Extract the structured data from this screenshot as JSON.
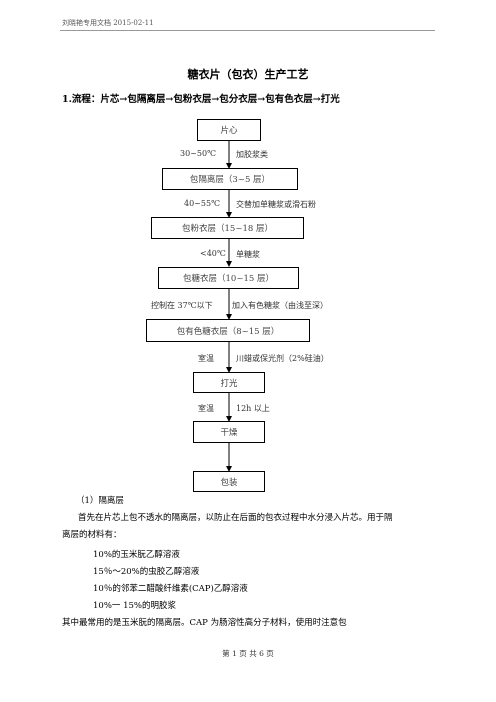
{
  "header": {
    "text": "刘晓艳专用文档 2015-02-11"
  },
  "title": "糖衣片（包衣）生产工艺",
  "subtitle": "1.流程：片芯→包隔离层→包粉衣层→包分衣层→包有色衣层→打光",
  "flow": {
    "steps": [
      "片心",
      "包隔离层（3~5 层）",
      "包粉衣层（15~18 层）",
      "包糖衣层（10~15 层）",
      "包有色糖衣层（8~15 层）",
      "打光",
      "干燥",
      "包装"
    ],
    "conditions": [
      {
        "left": "30~50℃",
        "right": "加胶浆类"
      },
      {
        "left": "40~55℃",
        "right": "交替加单糖浆或滑石粉"
      },
      {
        "left": "<40℃",
        "right": "单糖浆"
      },
      {
        "left": "控制在 37℃以下",
        "right": "加入有色糖浆（由浅至深）"
      },
      {
        "left": "室温",
        "right": "川蜡或保光剂（2%硅油）"
      },
      {
        "left": "室温",
        "right": "12h 以上"
      }
    ]
  },
  "section": {
    "heading": "（1）隔离层",
    "para_line1": "首先在片芯上包不透水的隔离层，以防止在后面的包衣过程中水分浸入片芯。用于隔",
    "para_line2": "离层的材料有：",
    "materials": [
      "10%的玉米朊乙醇溶液",
      "15％～20%的虫胶乙醇溶液",
      "10％的邻苯二醋酸纤维素(CAP)乙醇溶液",
      "10%一 15%的明胶浆"
    ],
    "closing": "其中最常用的是玉米朊的隔离层。CAP 为肠溶性高分子材料，使用时注意包"
  },
  "footer": {
    "text": "第 1 页 共 6 页"
  }
}
